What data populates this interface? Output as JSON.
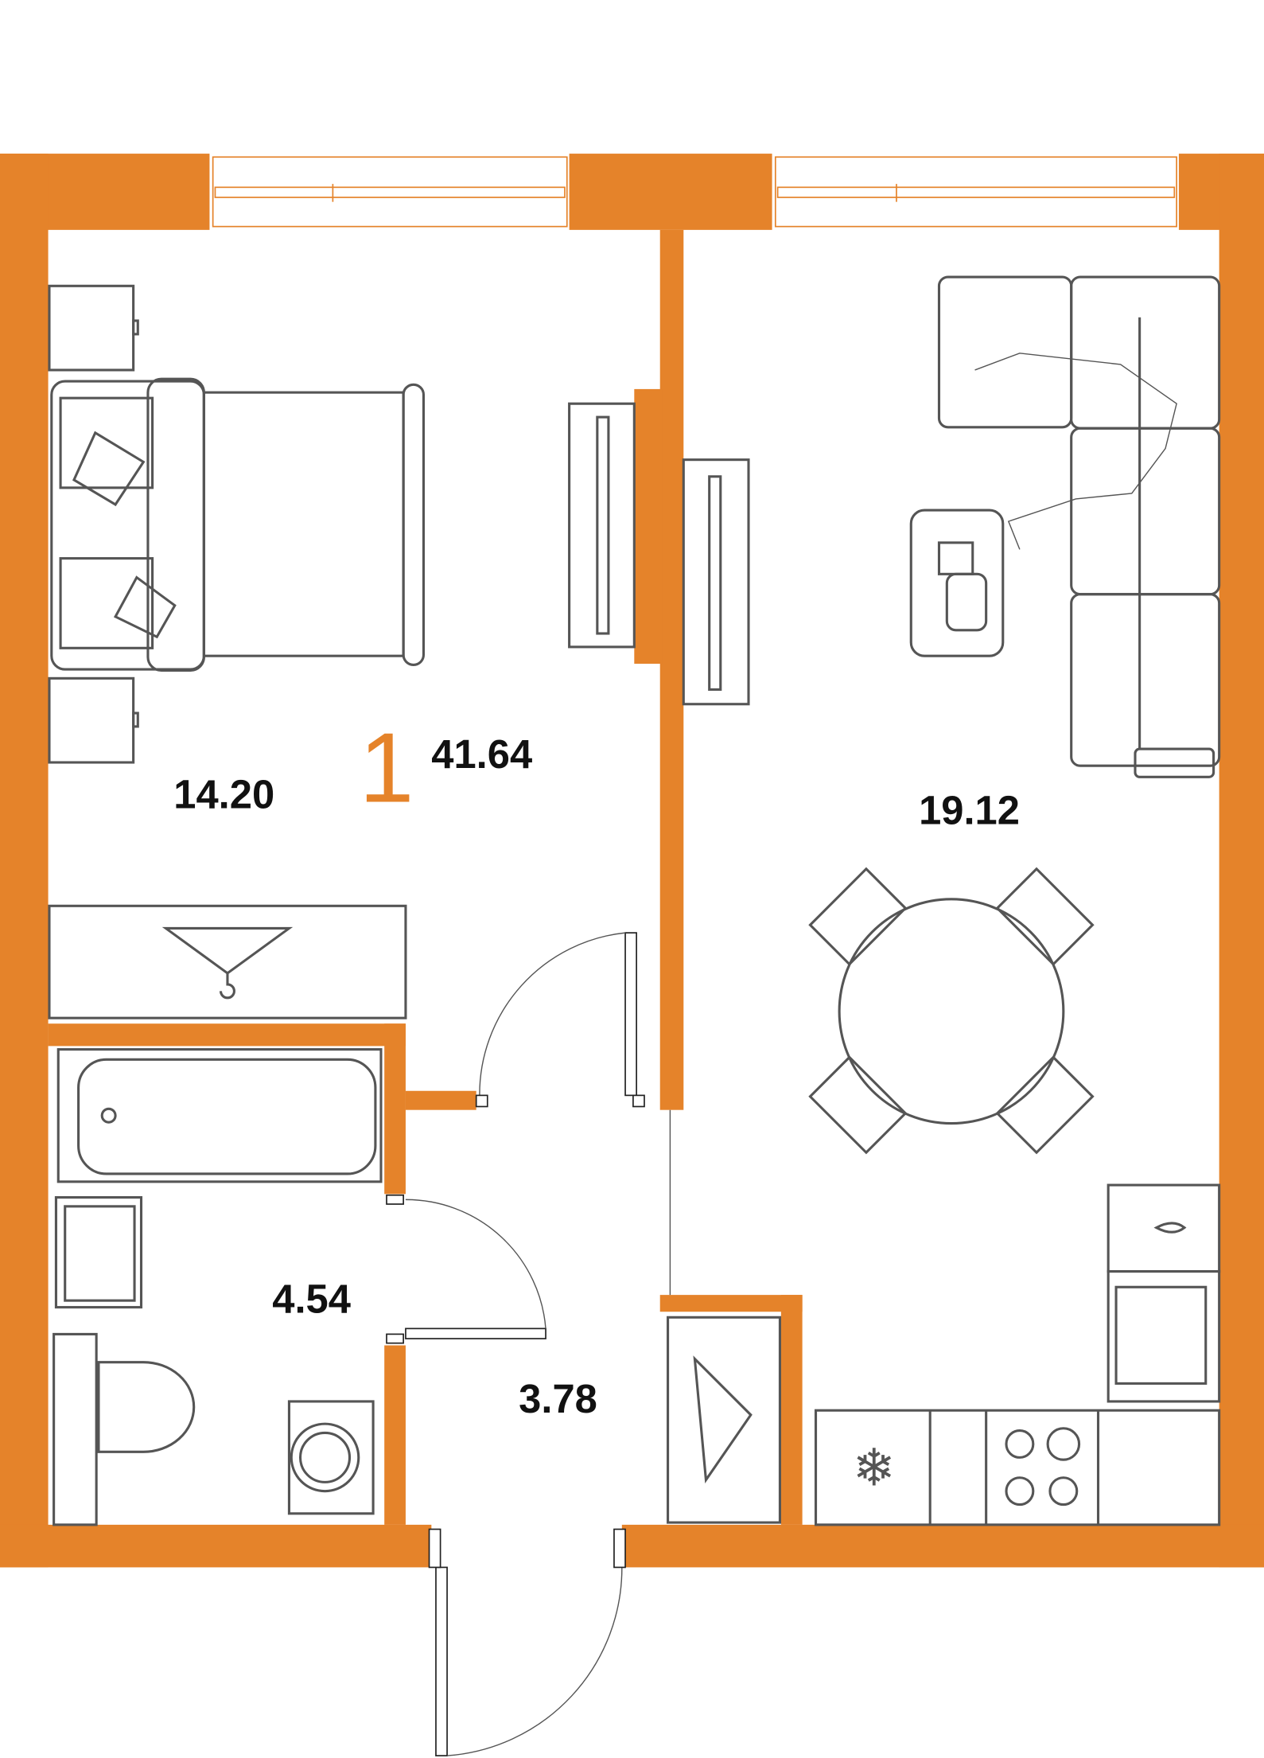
{
  "plan": {
    "rooms_count": "1",
    "total_area": "41.64",
    "rooms": [
      {
        "name": "bedroom",
        "area": "14.20"
      },
      {
        "name": "living-kitchen",
        "area": "19.12"
      },
      {
        "name": "bathroom",
        "area": "4.54"
      },
      {
        "name": "hallway",
        "area": "3.78"
      }
    ]
  },
  "colors": {
    "wall": "#E5832A",
    "furniture": "#555555"
  }
}
